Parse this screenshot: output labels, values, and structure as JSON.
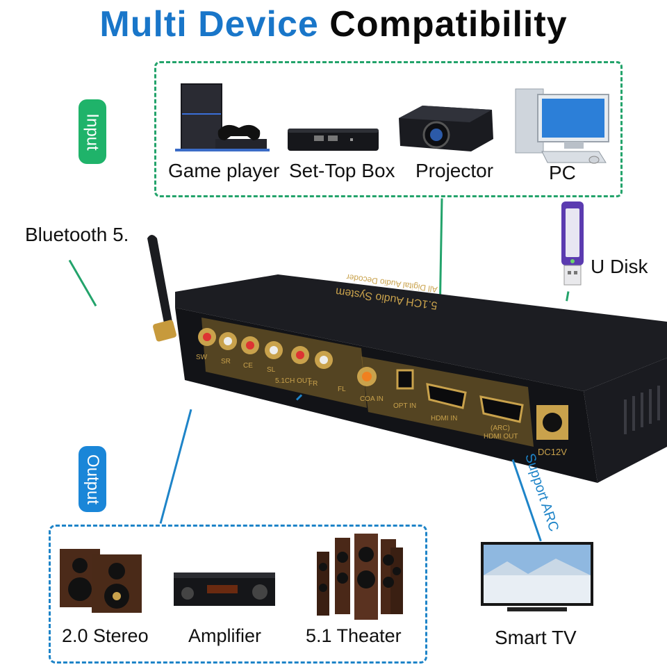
{
  "title": {
    "part1": "Multi Device",
    "part2": "Compatibility"
  },
  "tags": {
    "input": "Input",
    "output": "Output"
  },
  "input_devices": [
    {
      "label": "Game player",
      "icon": "game-console-icon"
    },
    {
      "label": "Set-Top Box",
      "icon": "set-top-box-icon"
    },
    {
      "label": "Projector",
      "icon": "projector-icon"
    },
    {
      "label": "PC",
      "icon": "pc-icon"
    }
  ],
  "output_devices": [
    {
      "label": "2.0 Stereo",
      "icon": "stereo-speakers-icon"
    },
    {
      "label": "Amplifier",
      "icon": "amplifier-icon"
    },
    {
      "label": "5.1 Theater",
      "icon": "theater-speakers-icon"
    }
  ],
  "side_labels": {
    "bluetooth": "Bluetooth 5.",
    "udisk": "U Disk",
    "smart_tv": "Smart TV",
    "support_arc": "Support ARC"
  },
  "decoder": {
    "top_text_1": "5.1CH Audio System",
    "top_text_2": "All Digital Audio Decoder",
    "ports": {
      "sw": "SW",
      "sr": "SR",
      "ce": "CE",
      "sl": "SL",
      "fr": "FR",
      "fl": "FL",
      "out_label": "5.1CH OUT",
      "coa": "COA IN",
      "opt": "OPT IN",
      "hdmi_in": "HDMI IN",
      "arc": "(ARC)",
      "hdmi_out": "HDMI OUT",
      "dc": "DC12V"
    }
  },
  "colors": {
    "title_blue": "#1976c9",
    "input_green": "#1fb36a",
    "output_blue": "#1a86d8",
    "gold": "#c9a24c"
  }
}
